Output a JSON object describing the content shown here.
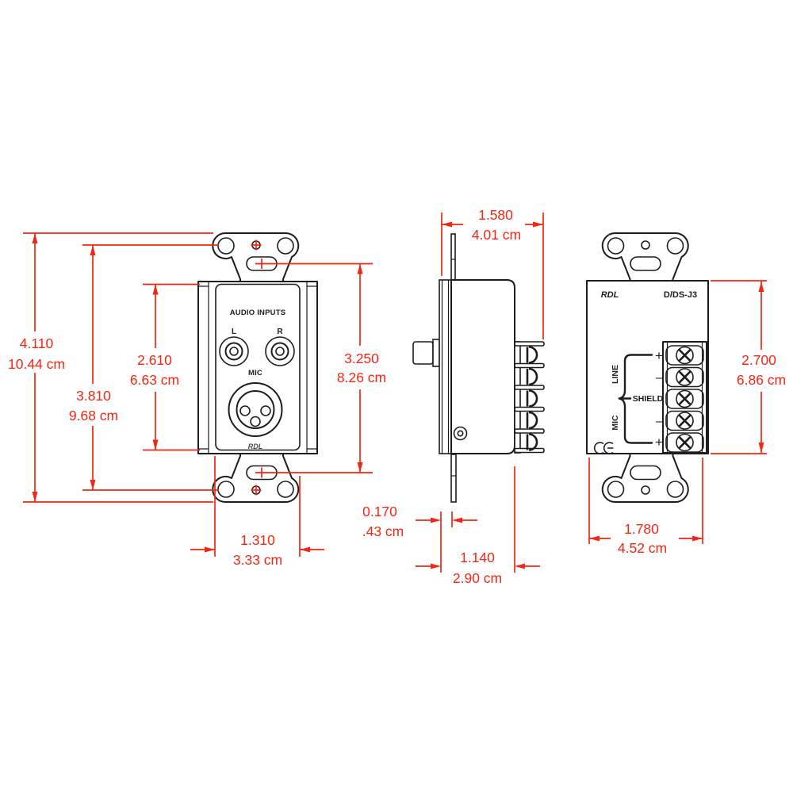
{
  "colors": {
    "line": "#1d1d1d",
    "dimension": "#f42613",
    "background": "#ffffff"
  },
  "front_view": {
    "title": "AUDIO INPUTS",
    "left_jack_label": "L",
    "right_jack_label": "R",
    "mic_label": "MIC",
    "brand_label": "RDL"
  },
  "back_view": {
    "brand_label": "RDL",
    "model_label": "D/DS-J3",
    "terminal_labels": [
      "+",
      "–",
      "SHIELD",
      "–",
      "+"
    ],
    "line_group_label": "LINE",
    "mic_group_label": "MIC",
    "ce_mark": "CE"
  },
  "dimensions": {
    "overall_height": {
      "inches": "4.110",
      "metric": "10.44 cm"
    },
    "mounting_hole_spacing": {
      "inches": "3.810",
      "metric": "9.68 cm"
    },
    "insert_height": {
      "inches": "2.610",
      "metric": "6.63 cm"
    },
    "slot_spacing": {
      "inches": "3.250",
      "metric": "8.26 cm"
    },
    "bracket_width": {
      "inches": "1.310",
      "metric": "3.33 cm"
    },
    "overall_depth": {
      "inches": "1.580",
      "metric": "4.01 cm"
    },
    "plate_thickness": {
      "inches": "0.170",
      "metric": ".43 cm"
    },
    "body_depth": {
      "inches": "1.140",
      "metric": "2.90 cm"
    },
    "back_plate_height": {
      "inches": "2.700",
      "metric": "6.86 cm"
    },
    "back_plate_width": {
      "inches": "1.780",
      "metric": "4.52 cm"
    }
  }
}
